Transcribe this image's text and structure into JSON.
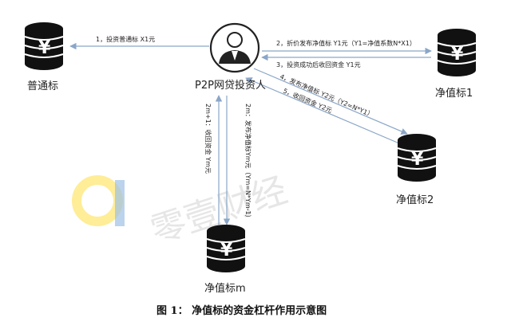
{
  "nodes": {
    "investor": {
      "label": "P2P网贷投资人"
    },
    "regular": {
      "label": "普通标",
      "symbol": "¥"
    },
    "net1": {
      "label": "净值标1",
      "symbol": "¥"
    },
    "net2": {
      "label": "净值标2",
      "symbol": "¥"
    },
    "netm": {
      "label": "净值标m",
      "symbol": "¥"
    }
  },
  "edges": {
    "e1": "1，投资普通标  X1元",
    "e2": "2，折价发布净值标  Y1元（Y1=净值系数N*X1）",
    "e3": "3，投资成功后收回资金  Y1元",
    "e4": "4，发布净值标  Y2元（Y2=N*Y1）",
    "e5": "5，收回资金 Y2元",
    "e_m_pub": "2m：发布净值标Ym元（Ym=N*Ym-1）",
    "e_m_ret": "2m+1：收回资金 Ym元"
  },
  "watermark": "零壹财经",
  "caption": "图 1：  净值标的资金杠杆作用示意图",
  "colors": {
    "coin": "#111111",
    "arrow": "#8aa6c8",
    "logo_yellow": "#ffe66b",
    "logo_blue": "#9fc1e6"
  }
}
